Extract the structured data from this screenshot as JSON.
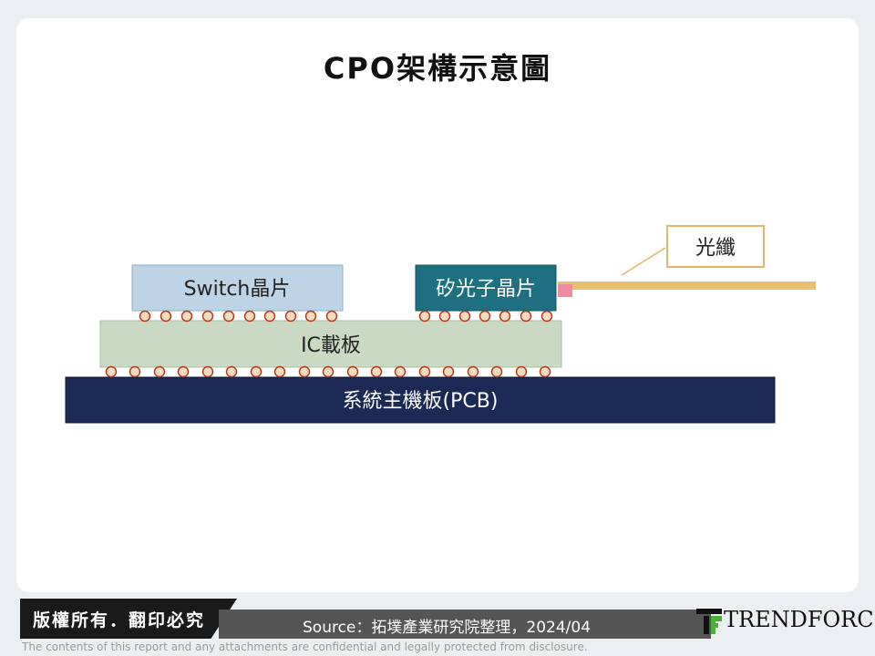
{
  "title": "CPO架構示意圖",
  "diagram": {
    "switch_chip": "Switch晶片",
    "photonic_chip": "矽光子晶片",
    "ic_substrate": "IC載板",
    "pcb": "系統主機板(PCB)",
    "fiber_label": "光纖"
  },
  "colors": {
    "pcb": "#1b2a55",
    "ic_substrate": "#c9d9c2",
    "switch_chip": "#bcd4e6",
    "photonic_chip": "#1e6f7f",
    "fiber": "#e8c070",
    "solder_ball_fill": "#f3dcc0",
    "solder_ball_stroke": "#b33a1a"
  },
  "footer": {
    "copyright": "版權所有．翻印必究",
    "source": "Source：拓墣產業研究院整理，2024/04",
    "brand": "TRENDFORCE",
    "disclaimer": "The contents of this report and any attachments are confidential and legally protected from disclosure."
  }
}
